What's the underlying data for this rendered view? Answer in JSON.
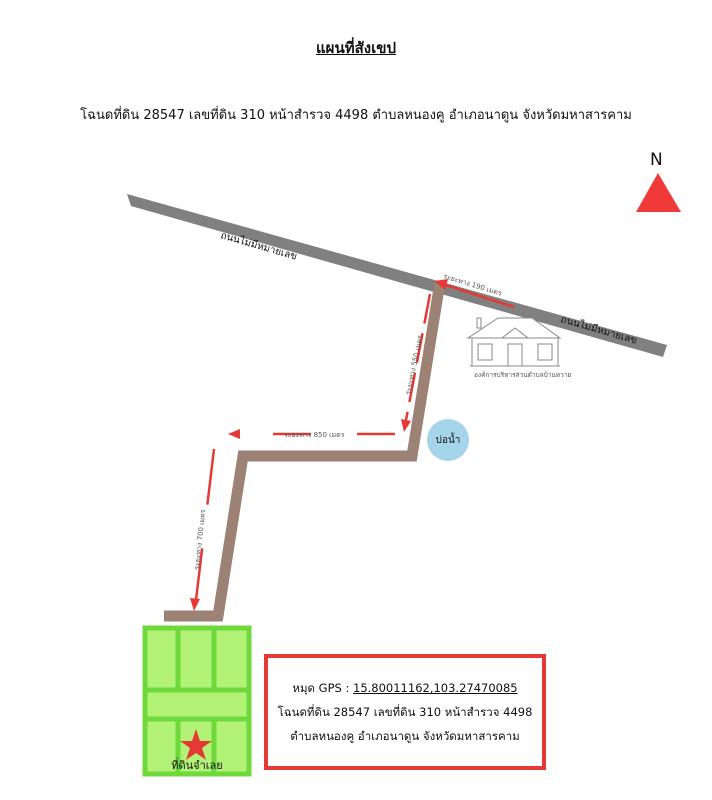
{
  "title": "แผนที่สังเขป",
  "subtitle": "โฉนดที่ดิน 28547 เลขที่ดิน 310 หน้าสำรวจ 4498 ตำบลหนองคู อำเภอนาดูน จังหวัดมหาสารคาม",
  "north_label": "N",
  "road_label_left": "ถนนไม่มีหมายเลข",
  "road_label_right": "ถนนไม่มีหมายเลข",
  "distance_190": "ระยะทาง 190 เมตร",
  "distance_550": "ระยะทาง 550 เมตร",
  "distance_850": "ระยะทาง 850 เมตร",
  "distance_700": "ระยะทาง 700 เมตร",
  "office_label": "องค์การบริหารส่วนตำบลบ้านหวาย",
  "well_label": "บ่อน้ำ",
  "land_label": "ที่ดินจำเลย",
  "info": {
    "gps_label": "หมุด GPS : ",
    "gps_value": "15.80011162,103.27470085",
    "line2": "โฉนดที่ดิน 28547 เลขที่ดิน 310 หน้าสำรวจ 4498",
    "line3": "ตำบลหนองคู อำเภอนาดูน จังหวัดมหาสารคาม"
  },
  "colors": {
    "main_road": "#808080",
    "path_road": "#9c8275",
    "arrow": "#e53935",
    "land_fill": "#b2f277",
    "land_lines": "#6fd93c",
    "well": "#a6d4ea",
    "north_arrow": "#f03a3a"
  }
}
